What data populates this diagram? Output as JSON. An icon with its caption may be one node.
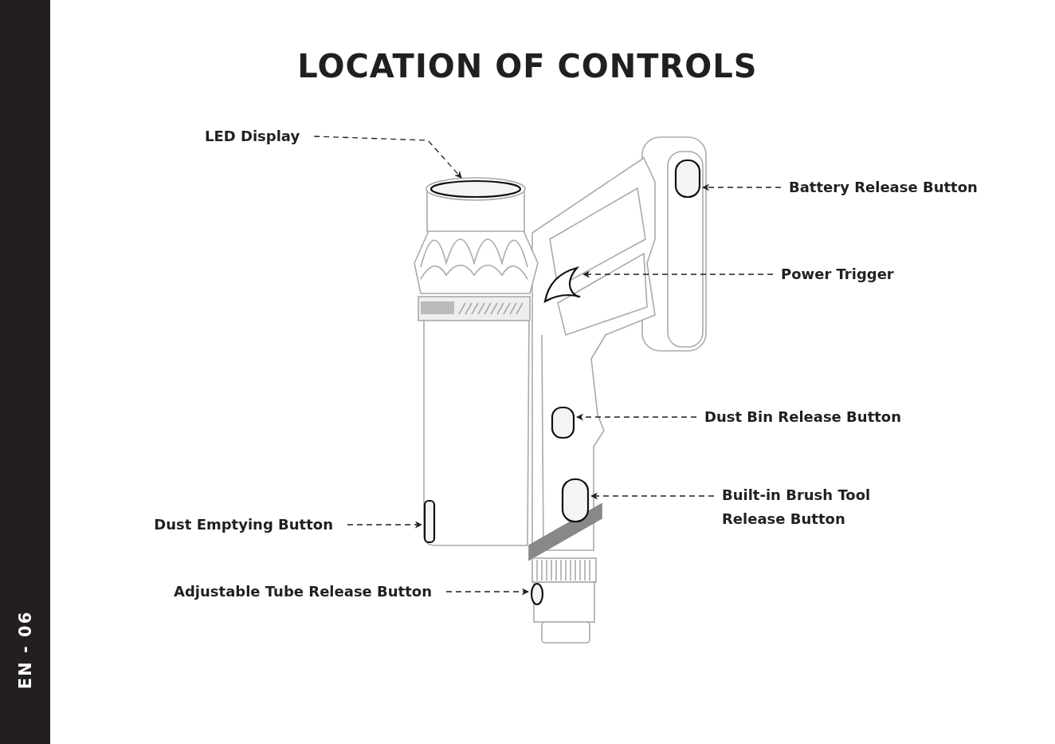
{
  "diagram": {
    "title": "LOCATION OF CONTROLS",
    "nodes": [
      {
        "text": [
          "LED Display"
        ]
      },
      {
        "text": [
          "Battery Release Button"
        ]
      },
      {
        "text": [
          "Power Trigger"
        ]
      },
      {
        "text": [
          "Dust Bin Release Button"
        ]
      },
      {
        "text": [
          "Built-in Brush Tool Release Button"
        ]
      },
      {
        "text": [
          "Dust Emptying Button"
        ]
      },
      {
        "text": [
          "Adjustable Tube Release Button"
        ]
      },
      {
        "text": [],
        "shape": "ellipse"
      },
      {
        "text": [],
        "shape": "button"
      },
      {
        "text": [],
        "shape": "trigger"
      },
      {
        "text": [],
        "shape": "button"
      },
      {
        "text": [],
        "shape": "button"
      },
      {
        "text": [],
        "shape": "button"
      },
      {
        "text": [],
        "shape": "ellipse"
      }
    ],
    "edges": [
      {
        "from": 0,
        "to": 7,
        "arrow": "to",
        "style": "dashed"
      },
      {
        "from": 1,
        "to": 8,
        "arrow": "to",
        "style": "dashed"
      },
      {
        "from": 2,
        "to": 9,
        "arrow": "to",
        "style": "dashed"
      },
      {
        "from": 3,
        "to": 10,
        "arrow": "to",
        "style": "dashed"
      },
      {
        "from": 4,
        "to": 11,
        "arrow": "to",
        "style": "dashed"
      },
      {
        "from": 5,
        "to": 12,
        "arrow": "to",
        "style": "dashed"
      },
      {
        "from": 6,
        "to": 13,
        "arrow": "to",
        "style": "dashed"
      }
    ],
    "labels": [
      "EN - 06"
    ]
  }
}
